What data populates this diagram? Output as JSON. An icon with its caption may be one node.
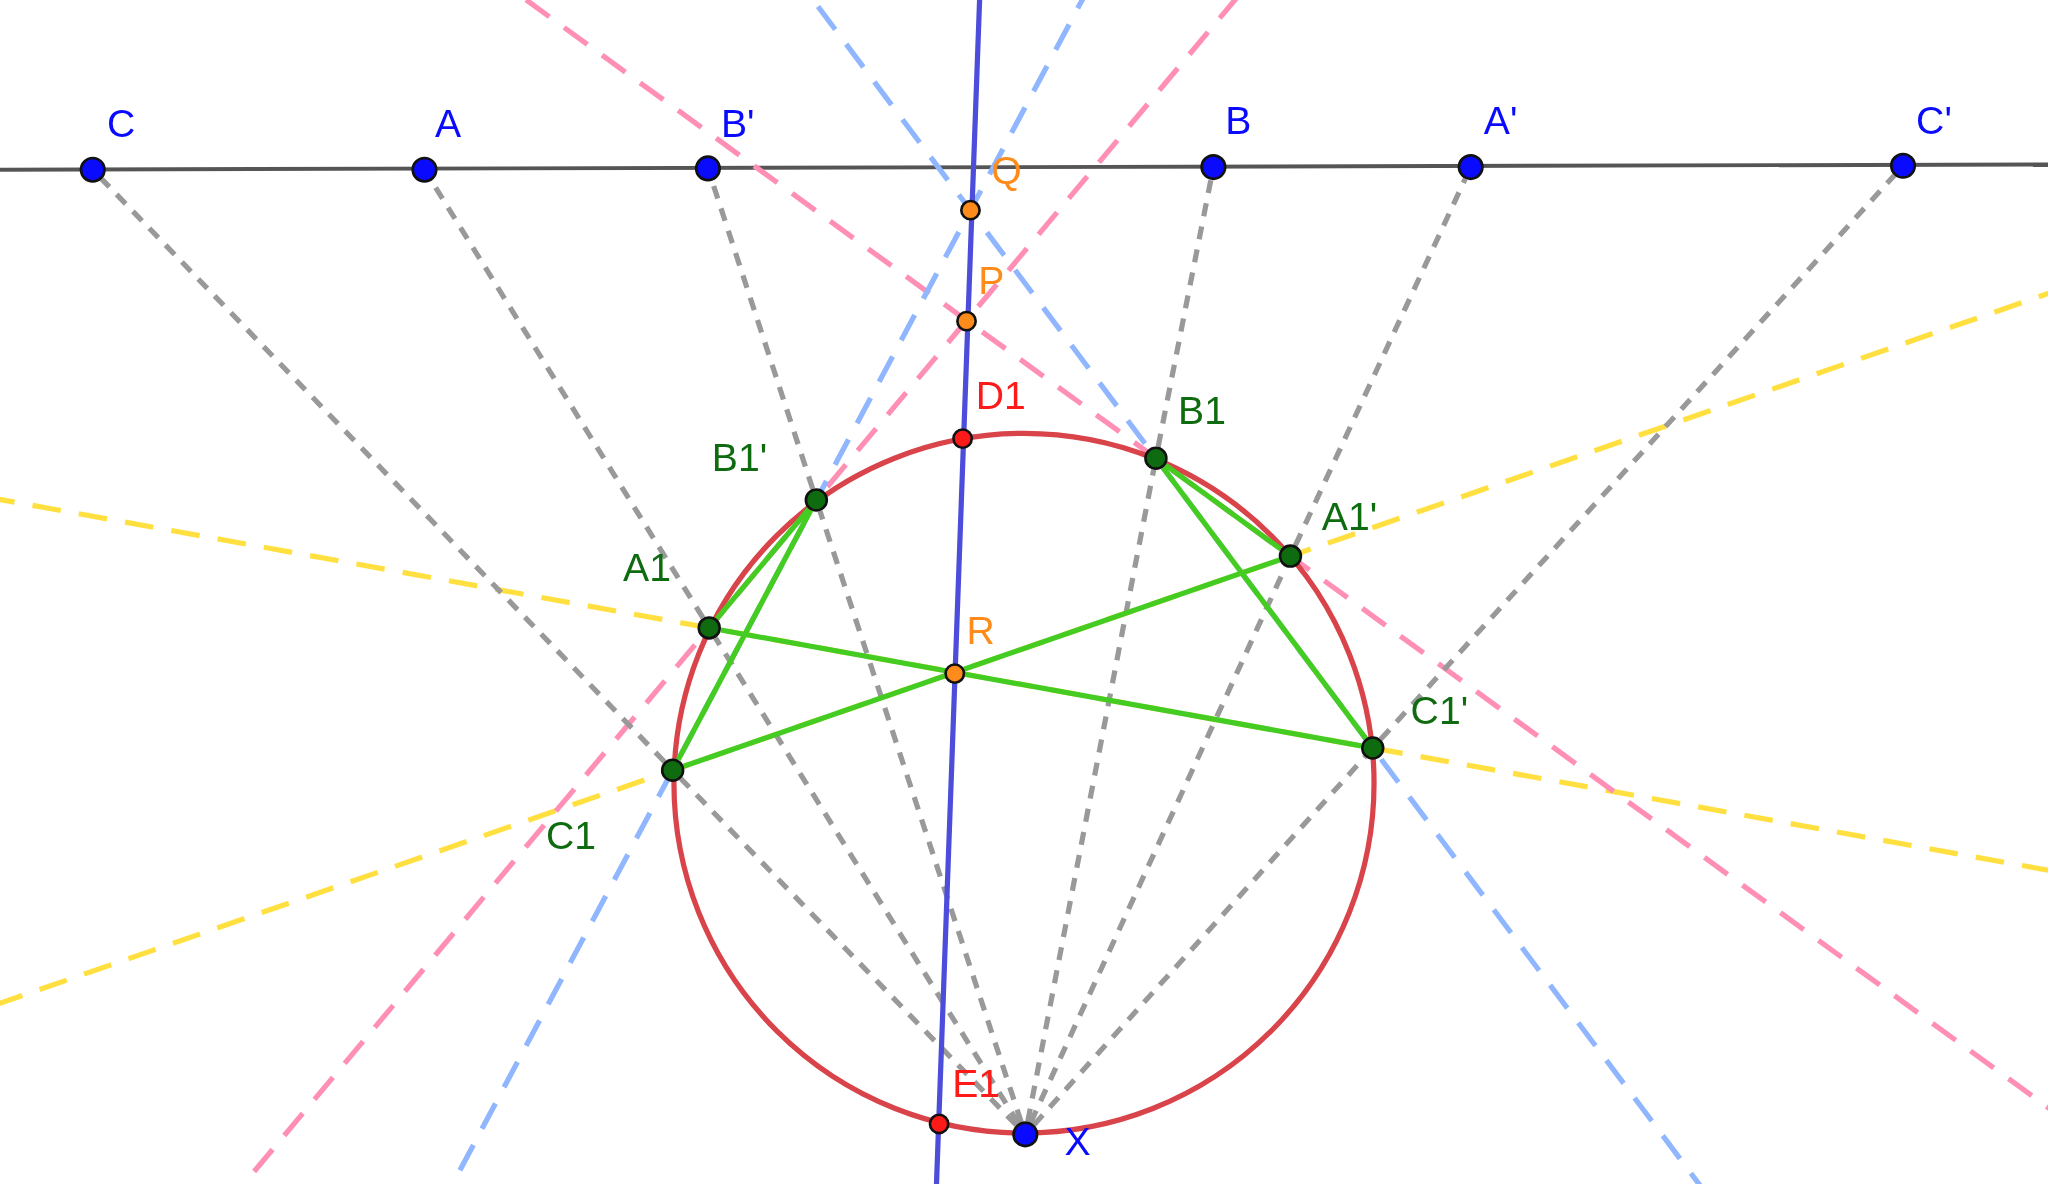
{
  "diagram": {
    "nodes": [
      {
        "text": [
          "C"
        ]
      },
      {
        "text": [
          "A"
        ]
      },
      {
        "text": [
          "B'"
        ]
      },
      {
        "text": [
          "B"
        ]
      },
      {
        "text": [
          "A'"
        ]
      },
      {
        "text": [
          "C'"
        ]
      },
      {
        "text": [
          "Q"
        ]
      },
      {
        "text": [
          "P"
        ]
      },
      {
        "text": [
          "D1"
        ]
      },
      {
        "text": [
          "B1"
        ]
      },
      {
        "text": [
          "B1'"
        ]
      },
      {
        "text": [
          "A1'"
        ]
      },
      {
        "text": [
          "A1"
        ]
      },
      {
        "text": [
          "R"
        ]
      },
      {
        "text": [
          "C1'"
        ]
      },
      {
        "text": [
          "C1"
        ]
      },
      {
        "text": [
          "E1"
        ]
      },
      {
        "text": [
          "X"
        ]
      }
    ],
    "edges": [
      {
        "from": 17,
        "to": 15,
        "arrow": "none",
        "style": "dashed"
      },
      {
        "from": 15,
        "to": 0,
        "arrow": "none",
        "style": "dashed"
      },
      {
        "from": 17,
        "to": 12,
        "arrow": "none",
        "style": "dashed"
      },
      {
        "from": 12,
        "to": 1,
        "arrow": "none",
        "style": "dashed"
      },
      {
        "from": 17,
        "to": 10,
        "arrow": "none",
        "style": "dashed"
      },
      {
        "from": 10,
        "to": 2,
        "arrow": "none",
        "style": "dashed"
      },
      {
        "from": 17,
        "to": 9,
        "arrow": "none",
        "style": "dashed"
      },
      {
        "from": 9,
        "to": 3,
        "arrow": "none",
        "style": "dashed"
      },
      {
        "from": 17,
        "to": 11,
        "arrow": "none",
        "style": "dashed"
      },
      {
        "from": 11,
        "to": 4,
        "arrow": "none",
        "style": "dashed"
      },
      {
        "from": 17,
        "to": 14,
        "arrow": "none",
        "style": "dashed"
      },
      {
        "from": 14,
        "to": 5,
        "arrow": "none",
        "style": "dashed"
      },
      {
        "from": 12,
        "to": 10,
        "arrow": "none",
        "color": "#44cc22"
      },
      {
        "from": 10,
        "to": 15,
        "arrow": "none",
        "color": "#44cc22"
      },
      {
        "from": 15,
        "to": 11,
        "arrow": "none",
        "color": "#44cc22"
      },
      {
        "from": 11,
        "to": 9,
        "arrow": "none",
        "color": "#44cc22"
      },
      {
        "from": 9,
        "to": 14,
        "arrow": "none",
        "color": "#44cc22"
      },
      {
        "from": 14,
        "to": 12,
        "arrow": "none",
        "color": "#44cc22"
      }
    ]
  }
}
